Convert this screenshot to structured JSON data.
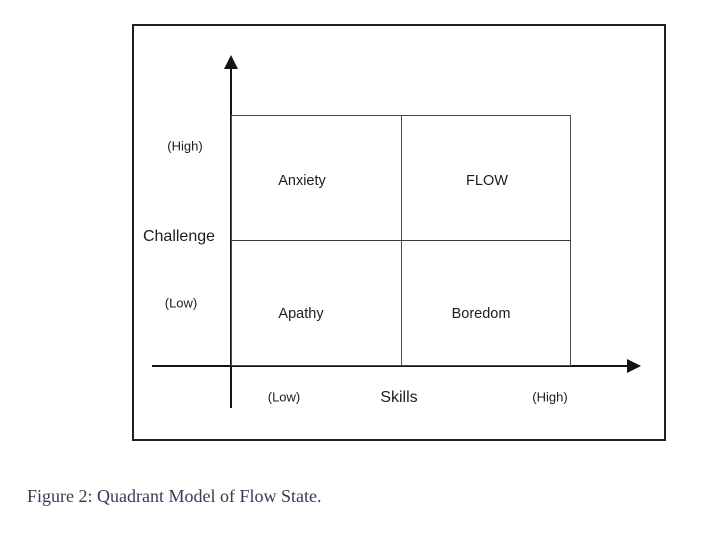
{
  "figure": {
    "caption": "Figure 2: Quadrant Model of Flow State.",
    "diagram": {
      "y_axis": {
        "label": "Challenge",
        "high": "(High)",
        "low": "(Low)"
      },
      "x_axis": {
        "label": "Skills",
        "low": "(Low)",
        "high": "(High)"
      },
      "quadrants": [
        {
          "position": "top-left",
          "label": "Anxiety"
        },
        {
          "position": "top-right",
          "label": "FLOW"
        },
        {
          "position": "bottom-left",
          "label": "Apathy"
        },
        {
          "position": "bottom-right",
          "label": "Boredom"
        }
      ]
    },
    "colors": {
      "axis_line": "#141414",
      "grid_line": "#4c4c4c",
      "diagram_text": "#1c1c1c",
      "caption_text": "#333d52",
      "background": "#ffffff"
    }
  }
}
